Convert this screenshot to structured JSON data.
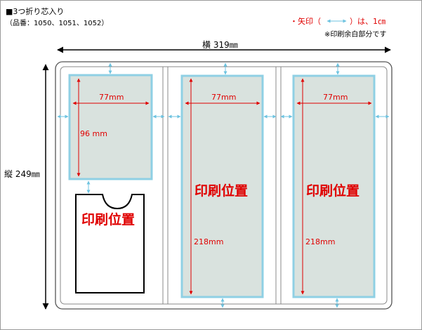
{
  "header": {
    "title": "■3つ折り芯入り",
    "part_numbers": "（品番：1050、1051、1052）"
  },
  "legend": {
    "bullet": "・矢印（",
    "suffix": "）は、1㎝",
    "note": "※印刷余白部分です"
  },
  "dimensions": {
    "width": "横 319㎜",
    "height": "縦 249㎜"
  },
  "panel_left": {
    "box_width": "77mm",
    "box_height": "96 mm",
    "pocket_label": "印刷位置"
  },
  "panel_middle": {
    "box_width": "77mm",
    "print_label": "印刷位置",
    "box_height": "218mm"
  },
  "panel_right": {
    "box_width": "77mm",
    "print_label": "印刷位置",
    "box_height": "218mm"
  },
  "colors": {
    "accent_red": "#e00000",
    "box_border": "#8fd0e4",
    "box_fill": "#d9e2de",
    "arrow_blue": "#6ec3e0"
  }
}
